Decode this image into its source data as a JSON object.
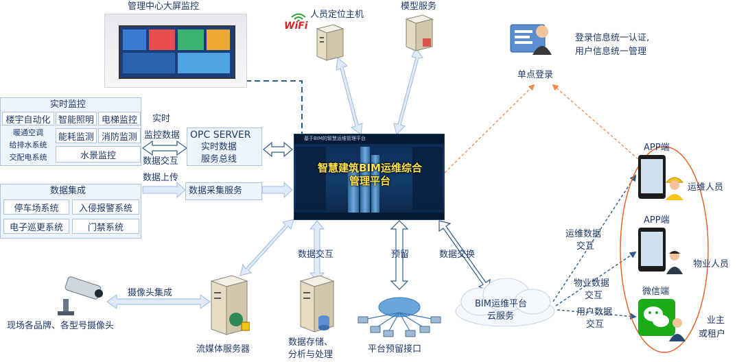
{
  "top": {
    "big_screen_label": "管理中心大屏监控",
    "positioning_label": "人员定位主机",
    "wifi_text": "WiFi",
    "model_service_label": "模型服务"
  },
  "sso": {
    "label": "单点登录",
    "desc_line1": "登录信息统一认证,",
    "desc_line2": "用户信息统一管理"
  },
  "realtime": {
    "title": "实时监控",
    "items": [
      "楼宇自动化",
      "智能照明",
      "电梯监控",
      "暖通空调",
      "给排水系统",
      "交配电系统",
      "能耗监测",
      "消防监测",
      "水景监控"
    ],
    "link_label1": "实时",
    "link_label2": "监控数据",
    "link_label3": "数据交互"
  },
  "opc": {
    "line1": "OPC SERVER",
    "line2": "实时数据",
    "line3": "服务总线"
  },
  "integration": {
    "title": "数据集成",
    "items": [
      "停车场系统",
      "入侵报警系统",
      "电子巡更系统",
      "门禁系统"
    ],
    "upload_label": "数据上传",
    "collect_service": "数据采集服务"
  },
  "platform": {
    "title": "智慧建筑BIM运维综合管理平台",
    "topbar_text": "基于BIM的智慧运维管理平台"
  },
  "camera": {
    "label": "现场各品牌、各型号摄像头",
    "integration_label": "摄像头集成"
  },
  "streaming": {
    "label": "流媒体服务器"
  },
  "storage": {
    "interaction_label": "数据交互",
    "label_line1": "数据存储、",
    "label_line2": "分析与处理"
  },
  "reserved": {
    "arrow_label": "预留",
    "label": "平台预留接口"
  },
  "cloud": {
    "exchange_label": "数据交换",
    "line1": "BIM运维平台",
    "line2": "云服务"
  },
  "clients": {
    "app1_label": "APP端",
    "app1_user": "运维人员",
    "app1_link1": "运维数据",
    "app1_link2": "交互",
    "app2_label": "APP端",
    "app2_user": "物业人员",
    "app2_link1": "物业数据",
    "app2_link2": "交互",
    "wechat_label": "微信端",
    "wechat_user1": "业主",
    "wechat_user2": "或租户",
    "wechat_link1": "用户数据",
    "wechat_link2": "交互"
  },
  "colors": {
    "arrow_fill": "#dfeaf7",
    "arrow_stroke": "#9dbbe0",
    "dashed_blue": "#2e5c8a",
    "dashed_orange": "#f08a4b",
    "ellipse": "#e8662a",
    "platform_title": "#ffe44d"
  }
}
